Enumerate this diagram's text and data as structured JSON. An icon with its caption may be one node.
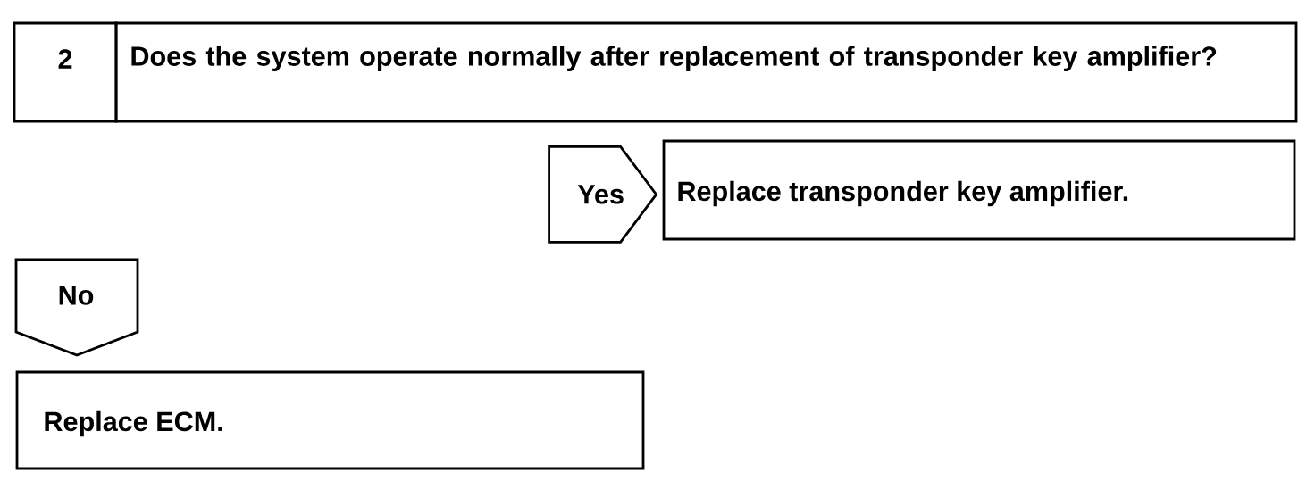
{
  "diagram": {
    "nodes": [
      {
        "text": [
          "2",
          "Does the system operate normally after replacement of transponder key amplifier?"
        ]
      },
      {
        "text": [
          "Replace transponder key amplifier."
        ]
      },
      {
        "text": [
          "No"
        ]
      },
      {
        "text": [
          "Replace ECM."
        ]
      }
    ],
    "edges": [
      {
        "from": 0,
        "to": 1,
        "arrow": "to",
        "label": "Yes"
      }
    ]
  }
}
